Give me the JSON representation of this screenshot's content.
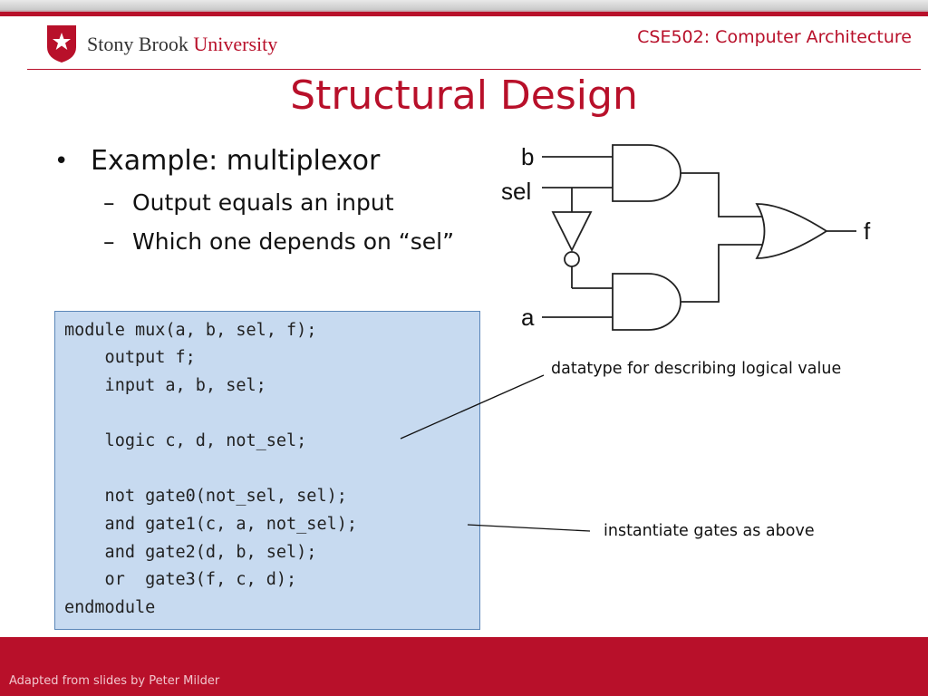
{
  "header": {
    "logo_part1": "Stony Brook",
    "logo_part2": "University",
    "course": "CSE502: Computer Architecture"
  },
  "title": "Structural Design",
  "bullets": {
    "main": "Example: multiplexor",
    "subs": [
      "Output equals an input",
      "Which one depends on “sel”"
    ]
  },
  "diagram": {
    "labels": {
      "b": "b",
      "sel": "sel",
      "a": "a",
      "f": "f"
    }
  },
  "code": [
    "module mux(a, b, sel, f);",
    "    output f;",
    "    input a, b, sel;",
    "",
    "    logic c, d, not_sel;",
    "",
    "    not gate0(not_sel, sel);",
    "    and gate1(c, a, not_sel);",
    "    and gate2(d, b, sel);",
    "    or  gate3(f, c, d);",
    "endmodule"
  ],
  "annotations": {
    "datatype": "datatype for describing logical value",
    "instantiate": "instantiate gates as above"
  },
  "footer": "Adapted from slides by Peter Milder",
  "colors": {
    "brand_red": "#b8102a",
    "code_bg": "#c7daf0"
  }
}
